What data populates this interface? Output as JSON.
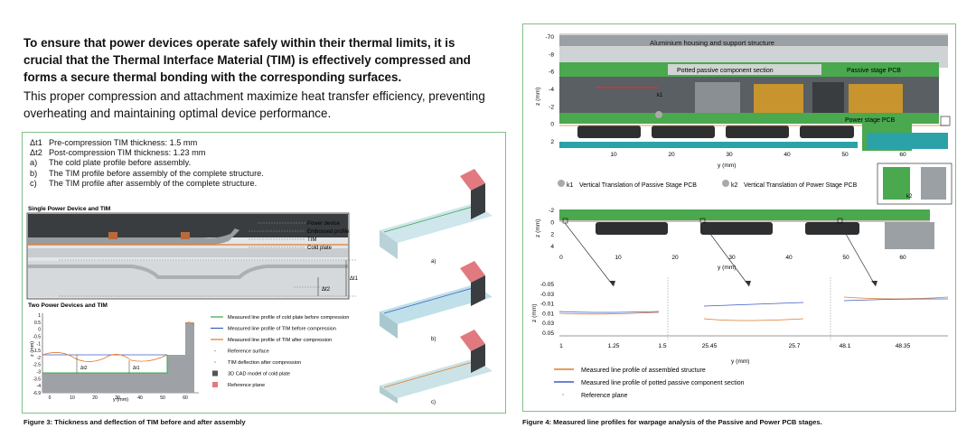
{
  "intro": {
    "bold": "To ensure that power devices operate safely within their thermal limits, it is crucial that the Thermal Interface Material (TIM) is effectively compressed and forms a secure thermal bonding with the corresponding surfaces.",
    "body": "This proper compression and attachment maximize heat transfer efficiency, preventing overheating and maintaining optimal device performance."
  },
  "fig3": {
    "definitions": [
      {
        "key": "Δt1",
        "text": "Pre-compression TIM thickness: 1.5 mm"
      },
      {
        "key": "Δt2",
        "text": "Post-compression TIM thickness: 1.23 mm"
      },
      {
        "key": "a)",
        "text": "The cold plate profile before assembly."
      },
      {
        "key": "b)",
        "text": "The TIM profile before assembly of the complete structure."
      },
      {
        "key": "c)",
        "text": "The TIM profile after assembly of the complete structure."
      }
    ],
    "single_title": "Single Power Device and TIM",
    "single_labels": [
      "Power device",
      "Embossed profile",
      "TIM",
      "Cold plate"
    ],
    "delta_t1": "Δt1",
    "delta_t2": "Δt2",
    "two_title": "Two Power Devices and TIM",
    "axis_x": "y (mm)",
    "axis_y": "z (mm)",
    "yticks": [
      "1",
      "0.5",
      "0",
      "-0.5",
      "-1",
      "-1.5",
      "-2",
      "-2.5",
      "-3",
      "-3.5",
      "-4",
      "-6.9"
    ],
    "xticks": [
      "0",
      "10",
      "20",
      "30",
      "40",
      "50",
      "60"
    ],
    "legend": [
      {
        "label": "Measured line profile of cold plate before compression",
        "color": "#3aa84a"
      },
      {
        "label": "Measured line profile of TIM before compression",
        "color": "#3b5cc4"
      },
      {
        "label": "Measured line profile of TIM after compression",
        "color": "#e07a2a"
      },
      {
        "label": "Reference surface",
        "color": "#999999"
      },
      {
        "label": "TIM deflection after compression",
        "color": "#999999"
      },
      {
        "label": "3D CAD model of cold plate",
        "color": "#555555"
      },
      {
        "label": "Reference plane",
        "color": "#e07a80"
      }
    ],
    "sub_labels": [
      "a)",
      "b)",
      "c)"
    ],
    "caption": "Figure 3: Thickness and deflection of TIM before and after assembly"
  },
  "fig4": {
    "top_yticks": [
      "-70",
      "-8",
      "-6",
      "-4",
      "-2",
      "0",
      "2"
    ],
    "top_xticks": [
      "10",
      "20",
      "30",
      "40",
      "50",
      "60"
    ],
    "axis_x": "y (mm)",
    "axis_y": "z (mm)",
    "housing_label": "Aluminium housing and support structure",
    "potted_label": "Potted passive component section",
    "passive_label": "Passive stage PCB",
    "power_label": "Power stage PCB",
    "k1": "k1",
    "k2": "k2",
    "k1_text": "Vertical Translation of Passive Stage PCB",
    "k2_text": "Vertical Translation of Power Stage PCB",
    "mid_yticks": [
      "-2",
      "0",
      "2",
      "4"
    ],
    "mid_xticks": [
      "0",
      "10",
      "20",
      "30",
      "40",
      "50",
      "60"
    ],
    "bottom_yticks": [
      "-0.05",
      "-0.03",
      "-0.01",
      "0.01",
      "0.03",
      "0.05"
    ],
    "bottom_xticks": [
      "1",
      "1.25",
      "1.5",
      "25.45",
      "25.7",
      "48.1",
      "48.35"
    ],
    "legend": [
      {
        "label": "Measured line profile of assembled  structure",
        "color": "#e07a2a"
      },
      {
        "label": "Measured line profile of potted passive component  section",
        "color": "#3b5cc4"
      },
      {
        "label": "Reference plane",
        "color": "#999999"
      }
    ],
    "caption": "Figure 4: Measured line profiles for warpage analysis of the Passive and Power PCB stages."
  }
}
